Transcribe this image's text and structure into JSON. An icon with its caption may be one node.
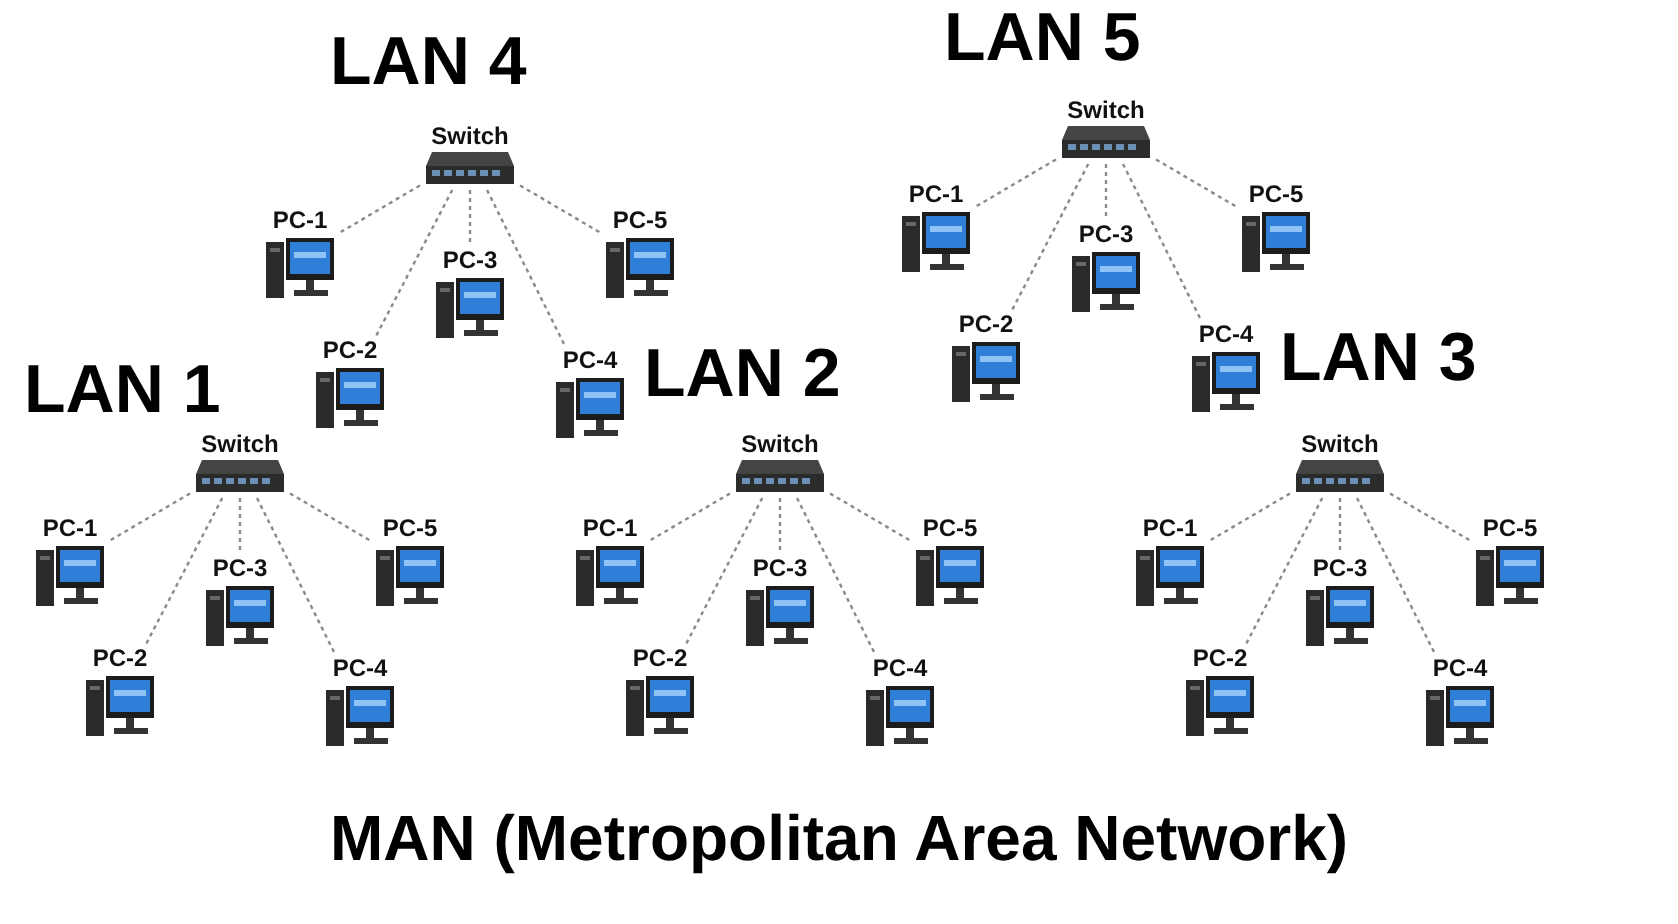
{
  "diagram": {
    "title": "MAN (Metropolitan Area Network)",
    "nodes": [
      {
        "text": [
          "Switch"
        ]
      },
      {
        "text": [
          "PC-1"
        ]
      },
      {
        "text": [
          "PC-2"
        ]
      },
      {
        "text": [
          "PC-3"
        ]
      },
      {
        "text": [
          "PC-4"
        ]
      },
      {
        "text": [
          "PC-5"
        ]
      },
      {
        "text": [
          "Switch"
        ]
      },
      {
        "text": [
          "PC-1"
        ]
      },
      {
        "text": [
          "PC-2"
        ]
      },
      {
        "text": [
          "PC-3"
        ]
      },
      {
        "text": [
          "PC-4"
        ]
      },
      {
        "text": [
          "PC-5"
        ]
      },
      {
        "text": [
          "Switch"
        ]
      },
      {
        "text": [
          "PC-1"
        ]
      },
      {
        "text": [
          "PC-2"
        ]
      },
      {
        "text": [
          "PC-3"
        ]
      },
      {
        "text": [
          "PC-4"
        ]
      },
      {
        "text": [
          "PC-5"
        ]
      },
      {
        "text": [
          "Switch"
        ]
      },
      {
        "text": [
          "PC-1"
        ]
      },
      {
        "text": [
          "PC-2"
        ]
      },
      {
        "text": [
          "PC-3"
        ]
      },
      {
        "text": [
          "PC-4"
        ]
      },
      {
        "text": [
          "PC-5"
        ]
      },
      {
        "text": [
          "Switch"
        ]
      },
      {
        "text": [
          "PC-1"
        ]
      },
      {
        "text": [
          "PC-2"
        ]
      },
      {
        "text": [
          "PC-3"
        ]
      },
      {
        "text": [
          "PC-4"
        ]
      },
      {
        "text": [
          "PC-5"
        ]
      }
    ],
    "edges": [
      {
        "from": 0,
        "to": 1,
        "arrow": "none"
      },
      {
        "from": 0,
        "to": 2,
        "arrow": "none"
      },
      {
        "from": 0,
        "to": 3,
        "arrow": "none"
      },
      {
        "from": 0,
        "to": 4,
        "arrow": "none"
      },
      {
        "from": 0,
        "to": 5,
        "arrow": "none"
      },
      {
        "from": 6,
        "to": 7,
        "arrow": "none"
      },
      {
        "from": 6,
        "to": 8,
        "arrow": "none"
      },
      {
        "from": 6,
        "to": 9,
        "arrow": "none"
      },
      {
        "from": 6,
        "to": 10,
        "arrow": "none"
      },
      {
        "from": 6,
        "to": 11,
        "arrow": "none"
      },
      {
        "from": 12,
        "to": 13,
        "arrow": "none"
      },
      {
        "from": 12,
        "to": 14,
        "arrow": "none"
      },
      {
        "from": 12,
        "to": 15,
        "arrow": "none"
      },
      {
        "from": 12,
        "to": 16,
        "arrow": "none"
      },
      {
        "from": 12,
        "to": 17,
        "arrow": "none"
      },
      {
        "from": 18,
        "to": 19,
        "arrow": "none"
      },
      {
        "from": 18,
        "to": 20,
        "arrow": "none"
      },
      {
        "from": 18,
        "to": 21,
        "arrow": "none"
      },
      {
        "from": 18,
        "to": 22,
        "arrow": "none"
      },
      {
        "from": 18,
        "to": 23,
        "arrow": "none"
      },
      {
        "from": 24,
        "to": 25,
        "arrow": "none"
      },
      {
        "from": 24,
        "to": 26,
        "arrow": "none"
      },
      {
        "from": 24,
        "to": 27,
        "arrow": "none"
      },
      {
        "from": 24,
        "to": 28,
        "arrow": "none"
      },
      {
        "from": 24,
        "to": 29,
        "arrow": "none"
      }
    ],
    "labels": [
      "LAN 4",
      "LAN 5",
      "LAN 1",
      "LAN 2",
      "LAN 3"
    ]
  }
}
